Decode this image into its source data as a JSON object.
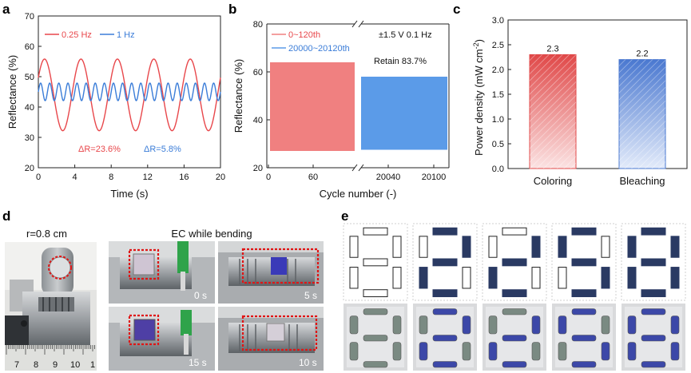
{
  "panel_labels": {
    "a": "a",
    "b": "b",
    "c": "c",
    "d": "d",
    "e": "e"
  },
  "chart_data": [
    {
      "type": "line",
      "panel": "a",
      "xlabel": "Time (s)",
      "ylabel": "Reflectance (%)",
      "xlim": [
        0,
        20
      ],
      "ylim": [
        20,
        70
      ],
      "xticks": [
        0,
        4,
        8,
        12,
        16,
        20
      ],
      "yticks": [
        20,
        30,
        40,
        50,
        60,
        70
      ],
      "series": [
        {
          "name": "0.25 Hz",
          "color": "#e8474b",
          "frequency_hz": 0.25,
          "mean": 44,
          "amplitude": 11.8,
          "phase_offset": 0.5
        },
        {
          "name": "1 Hz",
          "color": "#3b7dd8",
          "frequency_hz": 1,
          "mean": 45,
          "amplitude": 2.9,
          "phase_offset": 0
        }
      ],
      "annotations": [
        {
          "text": "ΔR=23.6%",
          "color": "#e8474b"
        },
        {
          "text": "ΔR=5.8%",
          "color": "#3b7dd8"
        }
      ]
    },
    {
      "type": "area",
      "panel": "b",
      "xlabel": "Cycle number (-)",
      "ylabel": "Reflectance (%)",
      "ylim": [
        20,
        80
      ],
      "yticks": [
        20,
        40,
        60,
        80
      ],
      "xticks_left": [
        "0",
        "60"
      ],
      "xticks_right": [
        "20040",
        "20100"
      ],
      "series": [
        {
          "name": "0~120th",
          "color": "#f08080",
          "upper": 64,
          "lower": 27
        },
        {
          "name": "20000~20120th",
          "color": "#5b9be8",
          "upper": 58,
          "lower": 27.5
        }
      ],
      "annotations": [
        {
          "text": "±1.5 V 0.1 Hz"
        },
        {
          "text": "Retain 83.7%"
        }
      ]
    },
    {
      "type": "bar",
      "panel": "c",
      "ylabel": "Power density (mW cm",
      "ylabel_sup": "-2",
      "ylabel_end": ")",
      "ylim": [
        0,
        3.0
      ],
      "yticks": [
        "0.0",
        "0.5",
        "1.0",
        "1.5",
        "2.0",
        "2.5",
        "3.0"
      ],
      "categories": [
        "Coloring",
        "Bleaching"
      ],
      "values": [
        2.3,
        2.2
      ],
      "value_labels": [
        "2.3",
        "2.2"
      ],
      "colors": [
        "#e04848",
        "#4a78d0"
      ]
    }
  ],
  "panel_d": {
    "radius_label": "r=0.8 cm",
    "header": "EC while bending",
    "ruler_ticks": [
      "7",
      "8",
      "9",
      "10",
      "1"
    ],
    "frames": [
      {
        "time": "0 s"
      },
      {
        "time": "5 s"
      },
      {
        "time": "15 s"
      },
      {
        "time": "10 s"
      }
    ]
  },
  "panel_e": {
    "digits": [
      {
        "segments": [
          0,
          0,
          0,
          0,
          0,
          0,
          0
        ]
      },
      {
        "segments": [
          1,
          0,
          1,
          1,
          1,
          0,
          1
        ]
      },
      {
        "segments": [
          0,
          0,
          1,
          1,
          1,
          0,
          1
        ]
      },
      {
        "segments": [
          1,
          1,
          0,
          1,
          0,
          1,
          1
        ]
      },
      {
        "segments": [
          1,
          1,
          1,
          1,
          1,
          1,
          1
        ]
      }
    ],
    "segment_color": "#2a3a63"
  }
}
